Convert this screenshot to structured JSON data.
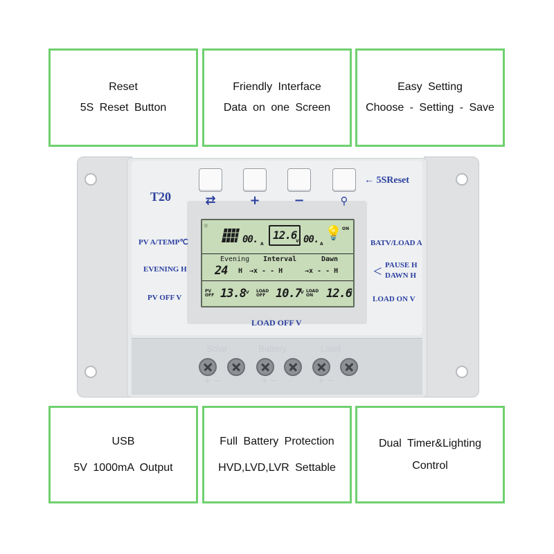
{
  "features_top": [
    {
      "line1": "Reset",
      "line2": "5S Reset Button"
    },
    {
      "line1": "Friendly Interface",
      "line2": "Data on one Screen"
    },
    {
      "line1": "Easy Setting",
      "line2": "Choose - Setting - Save"
    }
  ],
  "features_bottom": [
    {
      "line1": "USB",
      "line2": "5V 1000mA Output"
    },
    {
      "line1": "Full Battery Protection",
      "line2": "HVD,LVD,LVR Settable"
    },
    {
      "line1": "Dual Timer&Lighting",
      "line2": "Control"
    }
  ],
  "device": {
    "model": "T20",
    "reset_label": "← 5SReset",
    "button_symbols": {
      "cycle": "⇄",
      "plus": "+",
      "minus": "−",
      "load": "⚲"
    },
    "left_labels": {
      "pv": "PV A/TEMP℃",
      "evening": "EVENING H",
      "pv_off": "PV OFF V"
    },
    "right_labels": {
      "bat": "BATV/LOAD A",
      "pause": "PAUSE H",
      "dawn": "DAWN H",
      "load_on": "LOAD ON V"
    },
    "bottom_label": "LOAD OFF V",
    "terminals": [
      "Solar",
      "Battery",
      "Load"
    ],
    "terminal_polarity": [
      "+ −",
      "+ −",
      "+ −"
    ]
  },
  "lcd": {
    "pv_current": "00.",
    "pv_unit": "A",
    "battery_voltage": "12.6",
    "battery_unit": "V",
    "load_current": "00.",
    "load_unit": "A",
    "on_text": "ON",
    "evening_label": "Evening",
    "interval_label": "Interval",
    "dawn_label": "Dawn",
    "evening_hours": "24",
    "interval_value": "→x - - H",
    "dawn_value": "→x - - H",
    "hour_unit": "H",
    "pv_off_label": "PV OFF",
    "pv_off_value": "13.8",
    "load_off_label": "LOAD OFF",
    "load_off_value": "10.7",
    "load_on_label": "LOAD ON",
    "load_on_value": "12.6",
    "volt_unit": "V"
  },
  "colors": {
    "frame_border": "#6fd06f",
    "label_blue": "#2b3f9e",
    "lcd_green": "#c8dcba"
  }
}
